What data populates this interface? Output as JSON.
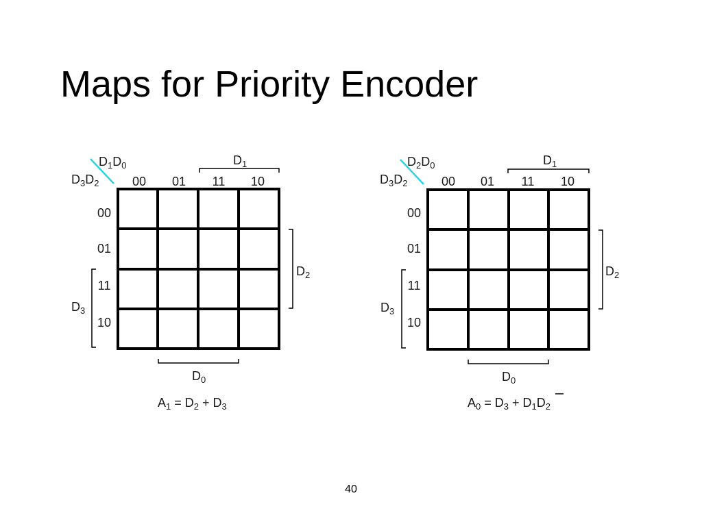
{
  "slide": {
    "title": "Maps for Priority Encoder",
    "page_number": "40"
  },
  "colors": {
    "diagonal": "#2fd3e0",
    "grid": "#000000"
  },
  "maps": [
    {
      "corner_top": [
        "D",
        "1",
        "D",
        "0"
      ],
      "corner_left": [
        "D",
        "3",
        "D",
        "2"
      ],
      "col_codes": [
        "00",
        "01",
        "11",
        "10"
      ],
      "row_codes": [
        "00",
        "01",
        "11",
        "10"
      ],
      "top_var": [
        "D",
        "1"
      ],
      "right_var": [
        "D",
        "2"
      ],
      "left_var": [
        "D",
        "3"
      ],
      "bottom_var": [
        "D",
        "0"
      ],
      "equation": {
        "lhs": [
          "A",
          "1"
        ],
        "eq": "=",
        "t1": [
          "D",
          "2"
        ],
        "plus": "+",
        "t2": [
          "D",
          "3"
        ]
      }
    },
    {
      "corner_top": [
        "D",
        "2",
        "D",
        "0"
      ],
      "corner_left": [
        "D",
        "3",
        "D",
        "2"
      ],
      "col_codes": [
        "00",
        "01",
        "11",
        "10"
      ],
      "row_codes": [
        "00",
        "01",
        "11",
        "10"
      ],
      "top_var": [
        "D",
        "1"
      ],
      "right_var": [
        "D",
        "2"
      ],
      "left_var": [
        "D",
        "3"
      ],
      "bottom_var": [
        "D",
        "0"
      ],
      "equation": {
        "lhs": [
          "A",
          "0"
        ],
        "eq": "=",
        "t1": [
          "D",
          "3"
        ],
        "plus": "+",
        "t2": [
          "D",
          "1"
        ],
        "t3": [
          "D",
          "2"
        ]
      }
    }
  ]
}
